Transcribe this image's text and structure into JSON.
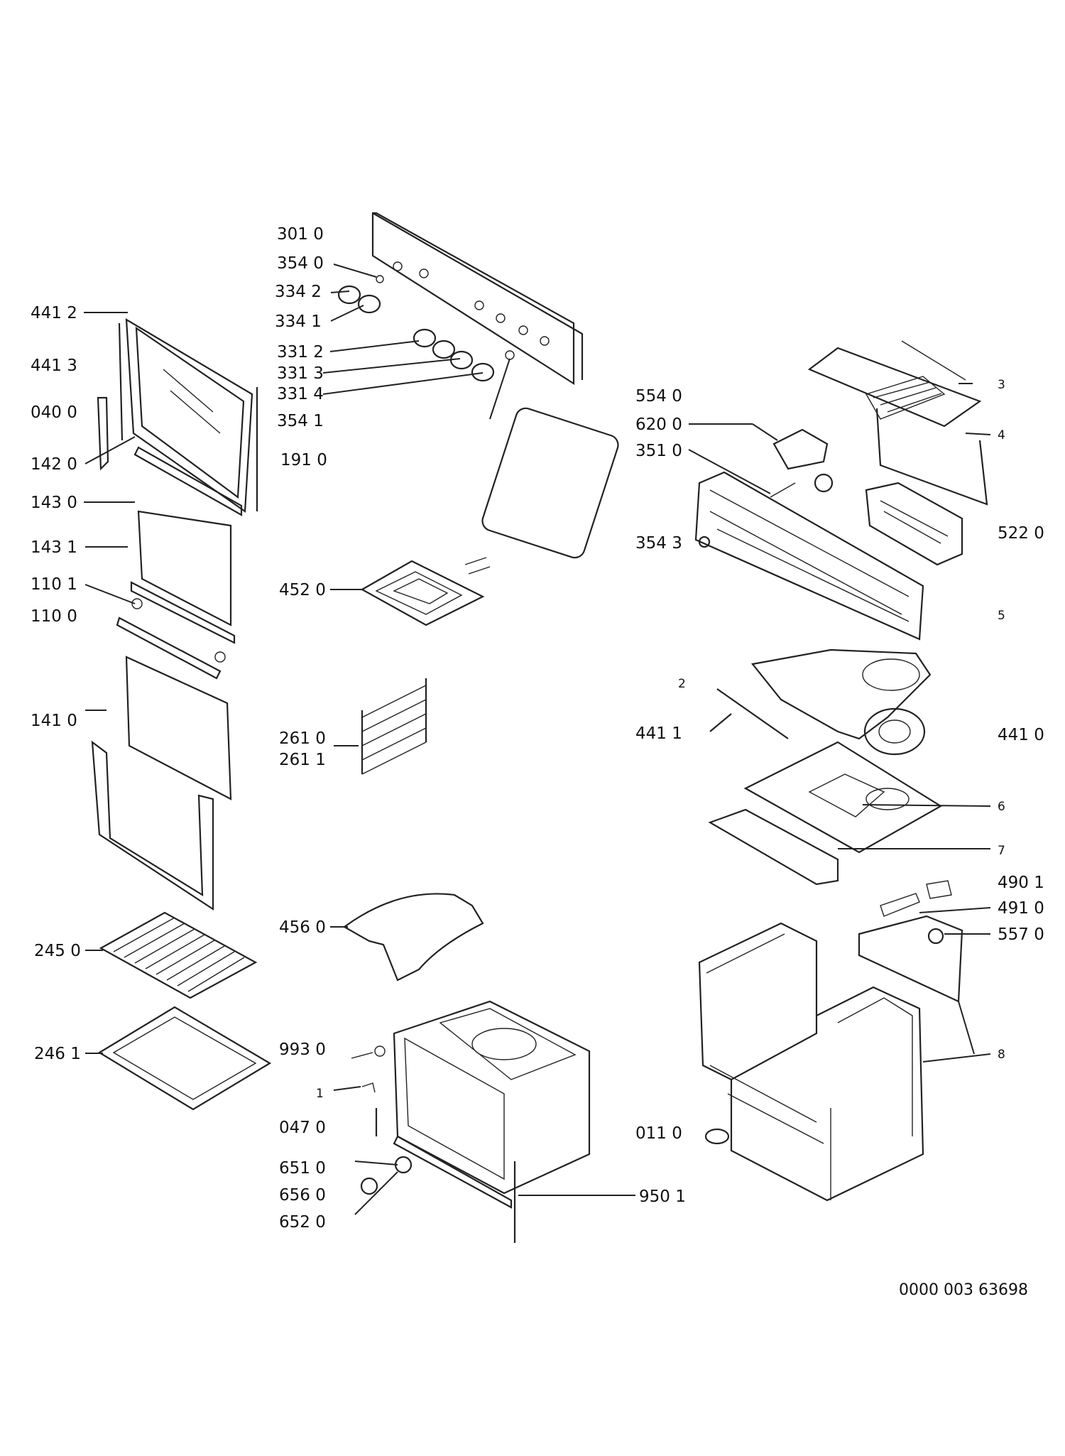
{
  "labels": {
    "l3010": "301 0",
    "l3540": "354 0",
    "l3342": "334 2",
    "l3341": "334 1",
    "l4412": "441 2",
    "l4413": "441 3",
    "l3312": "331 2",
    "l3313": "331 3",
    "l3314": "331 4",
    "l0400": "040 0",
    "l3541": "354 1",
    "l1910": "191 0",
    "l1420": "142 0",
    "l1430": "143 0",
    "l1431": "143 1",
    "l1101": "110 1",
    "l1100": "110 0",
    "l4520": "452 0",
    "l1410": "141 0",
    "l2610": "261 0",
    "l2611": "261 1",
    "l2450": "245 0",
    "l4560": "456 0",
    "l2461": "246 1",
    "l9930": "993 0",
    "l1": "1",
    "l0470": "047 0",
    "l6510": "651 0",
    "l6560": "656 0",
    "l6520": "652 0",
    "l9501": "950 1",
    "l5540": "554 0",
    "l6200": "620 0",
    "l3510": "351 0",
    "l3543": "354 3",
    "l5220": "522 0",
    "l3": "3",
    "l4": "4",
    "l5": "5",
    "l2": "2",
    "l4411": "441 1",
    "l4410": "441 0",
    "l6": "6",
    "l7": "7",
    "l4901": "490 1",
    "l4910": "491 0",
    "l5570": "557 0",
    "l8": "8",
    "l0110": "011 0"
  },
  "doc_number": "0000 003 63698"
}
